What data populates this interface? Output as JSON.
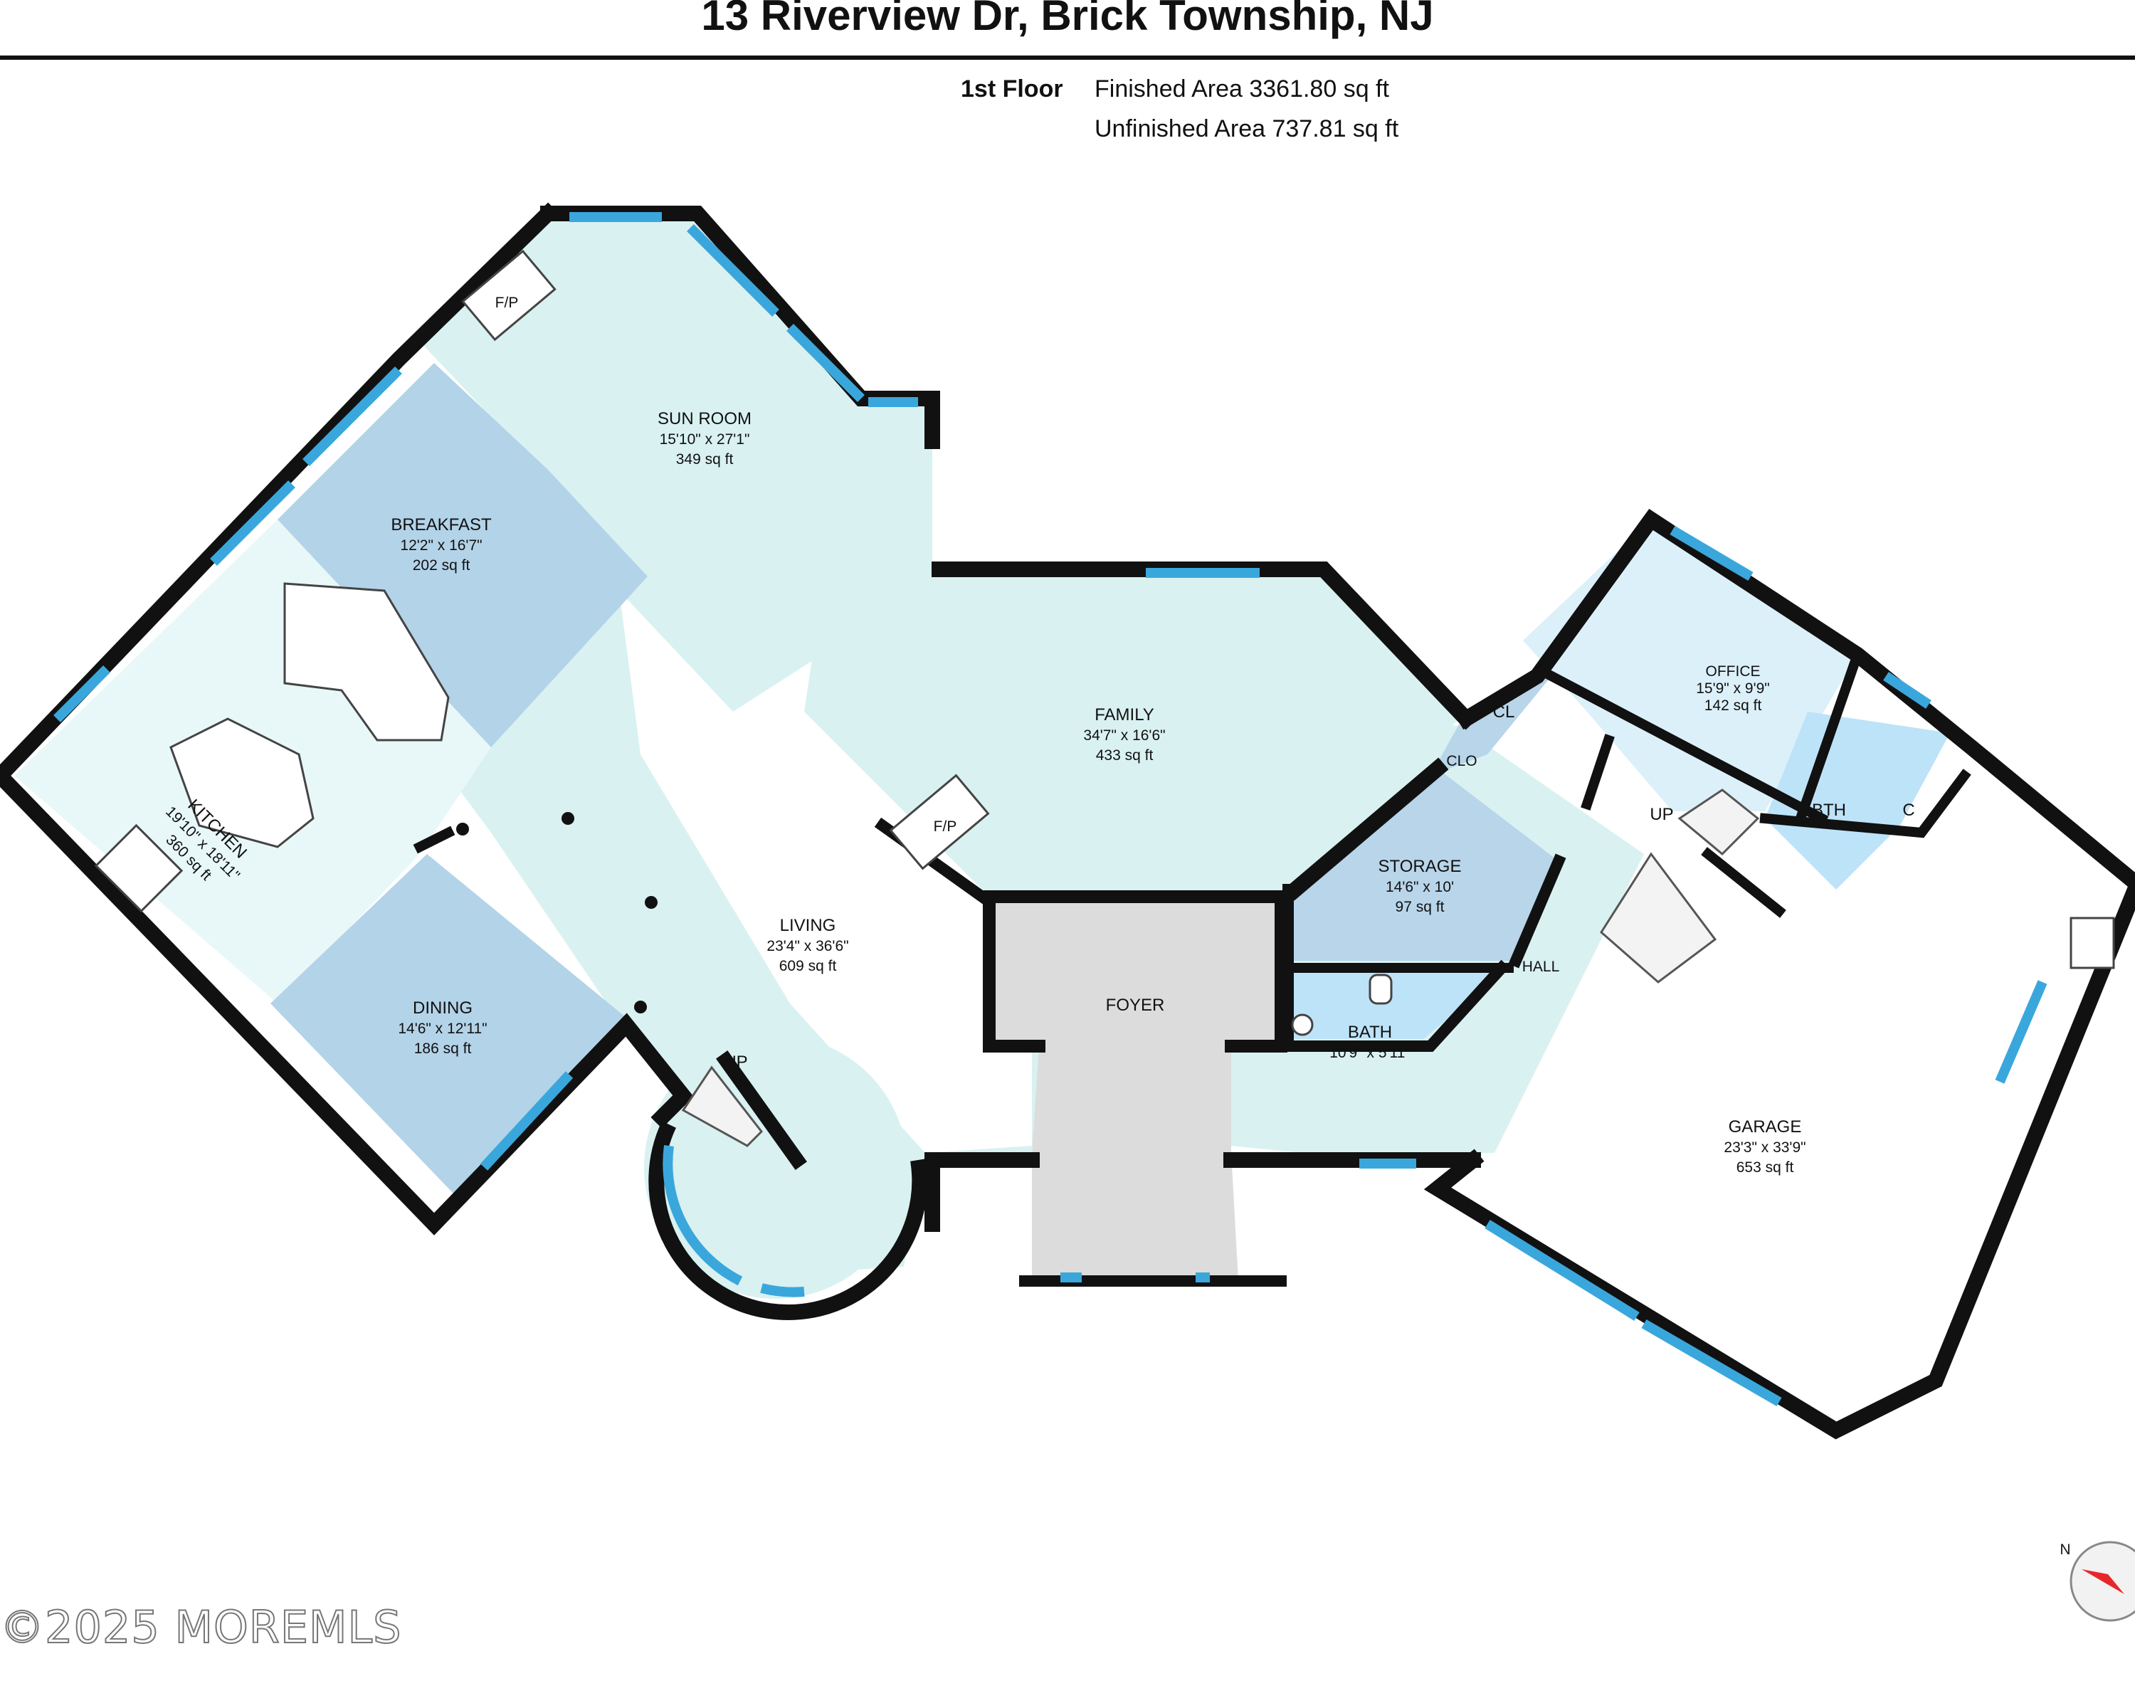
{
  "header": {
    "address": "13 Riverview Dr, Brick Township, NJ",
    "floor": "1st Floor",
    "finished": "Finished Area 3361.80 sq ft",
    "unfinished": "Unfinished Area 737.81 sq ft"
  },
  "rooms": {
    "sunroom": {
      "name": "SUN ROOM",
      "dims": "15'10\" x 27'1\"",
      "area": "349 sq ft"
    },
    "breakfast": {
      "name": "BREAKFAST",
      "dims": "12'2\" x 16'7\"",
      "area": "202 sq ft"
    },
    "kitchen": {
      "name": "KITCHEN",
      "dims": "19'10\" x 18'11\"",
      "area": "360 sq ft"
    },
    "dining": {
      "name": "DINING",
      "dims": "14'6\" x 12'11\"",
      "area": "186 sq ft"
    },
    "living": {
      "name": "LIVING",
      "dims": "23'4\" x 36'6\"",
      "area": "609 sq ft"
    },
    "family": {
      "name": "FAMILY",
      "dims": "34'7\" x 16'6\"",
      "area": "433 sq ft"
    },
    "storage": {
      "name": "STORAGE",
      "dims": "14'6\" x 10'",
      "area": "97 sq ft"
    },
    "bath": {
      "name": "BATH",
      "dims": "10'9\" x 5'11\"",
      "area": ""
    },
    "office": {
      "name": "OFFICE",
      "dims": "15'9\" x 9'9\"",
      "area": "142 sq ft"
    },
    "garage": {
      "name": "GARAGE",
      "dims": "23'3\" x 33'9\"",
      "area": "653 sq ft"
    },
    "foyer": {
      "name": "FOYER"
    },
    "hall": {
      "name": "HALL"
    },
    "cl": {
      "name": "CL"
    },
    "clo": {
      "name": "CLO"
    },
    "bth": {
      "name": "BTH"
    },
    "c": {
      "name": "C"
    }
  },
  "labels": {
    "fp": "F/P",
    "up": "UP"
  },
  "compass": {
    "north": "N"
  },
  "watermark": "©2025 MOREMLS",
  "colors": {
    "wall": "#111111",
    "window": "#3aa7dc",
    "living": "#d9f1f1",
    "dining": "#b3d3e8",
    "storage": "#b8d5ea",
    "bath": "#bde3f9",
    "office": "#dcf0fa",
    "foyer": "#dcdcdc",
    "garage": "#ffffff"
  }
}
